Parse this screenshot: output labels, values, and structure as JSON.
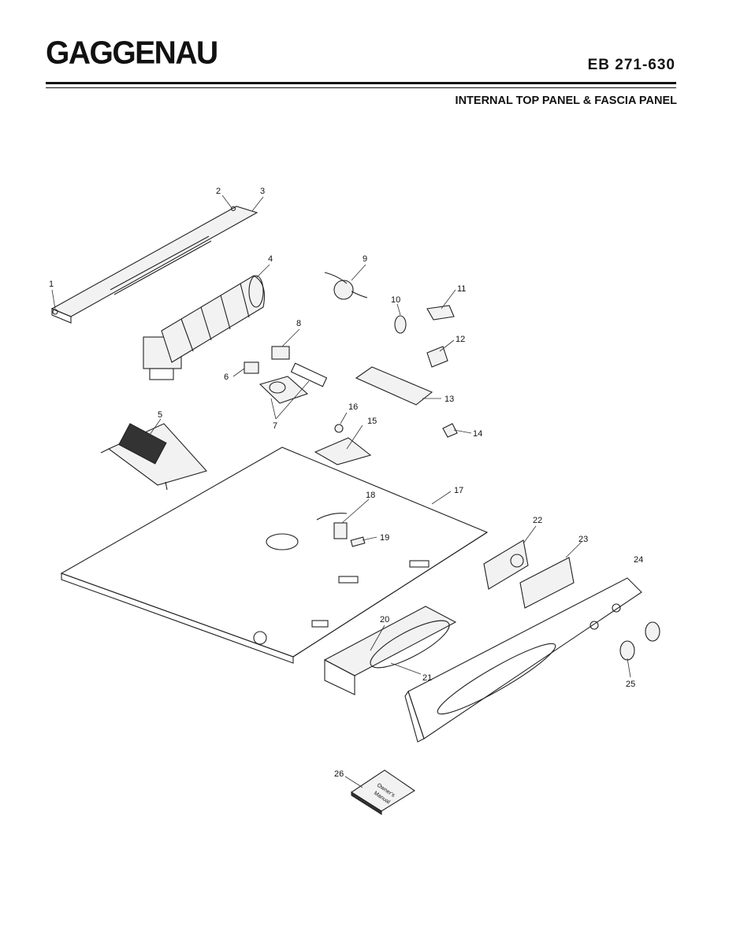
{
  "header": {
    "brand": "GAGGENAU",
    "model": "EB 271-630",
    "section_title": "INTERNAL TOP PANEL & FASCIA PANEL"
  },
  "callouts": {
    "c1": "1",
    "c2": "2",
    "c3": "3",
    "c4": "4",
    "c5": "5",
    "c6": "6",
    "c7": "7",
    "c8": "8",
    "c9": "9",
    "c10": "10",
    "c11": "11",
    "c12": "12",
    "c13": "13",
    "c14": "14",
    "c15": "15",
    "c16": "16",
    "c17": "17",
    "c18": "18",
    "c19": "19",
    "c20": "20",
    "c21": "21",
    "c22": "22",
    "c23": "23",
    "c24": "24",
    "c25": "25",
    "c26": "26"
  },
  "manual_label": {
    "line1": "Owner's",
    "line2": "Manual"
  }
}
